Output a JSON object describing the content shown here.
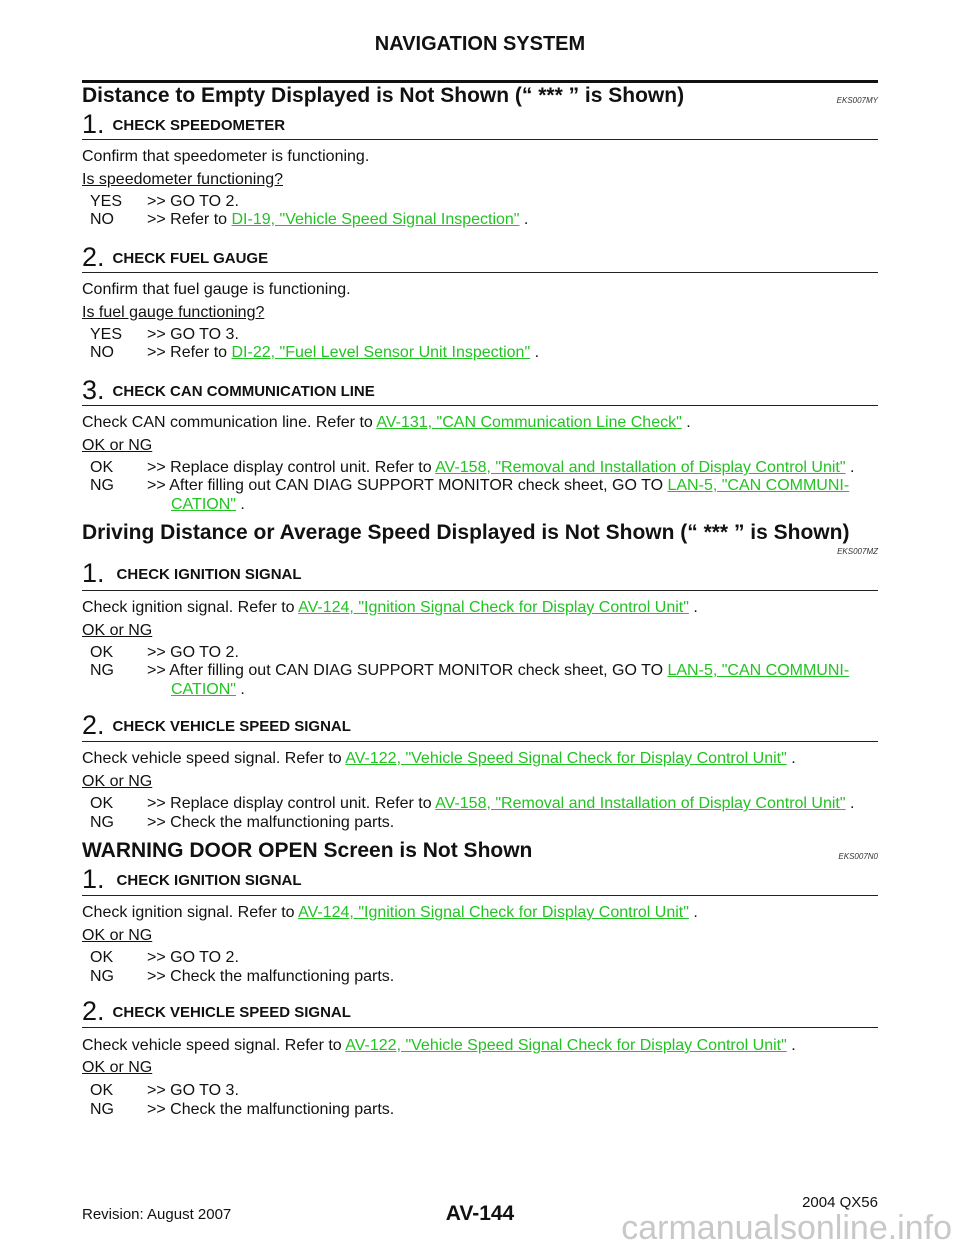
{
  "header": "NAVIGATION SYSTEM",
  "s1": {
    "title": "Distance to Empty Displayed is Not Shown (“ *** ” is Shown)",
    "code": "EKS007MY",
    "st1": {
      "n": "1.",
      "t": "CHECK SPEEDOMETER",
      "text": "Confirm that speedometer is functioning.",
      "q": "Is speedometer functioning?",
      "yes": "YES",
      "yes_t": ">> GO TO 2.",
      "no": "NO",
      "no_t": ">> Refer to ",
      "no_link": "DI-19, \"Vehicle Speed Signal Inspection\"",
      "end": " ."
    },
    "st2": {
      "n": "2.",
      "t": "CHECK FUEL GAUGE",
      "text": "Confirm that fuel gauge is functioning.",
      "q": "Is fuel gauge functioning?",
      "yes": "YES",
      "yes_t": ">> GO TO 3.",
      "no": "NO",
      "no_t": ">> Refer to ",
      "no_link": "DI-22, \"Fuel Level Sensor Unit Inspection\"",
      "end": " ."
    },
    "st3": {
      "n": "3.",
      "t": "CHECK CAN COMMUNICATION LINE",
      "text": "Check CAN communication line. Refer to ",
      "link": "AV-131, \"CAN Communication Line Check\"",
      "end": " .",
      "q": "OK or NG",
      "ok": "OK",
      "ok_t": ">> Replace display control unit. Refer to ",
      "ok_link": "AV-158, \"Removal and Installation of Display Control Unit\"",
      "ng": "NG",
      "ng_t": ">> After filling out CAN DIAG SUPPORT MONITOR check sheet, GO TO ",
      "ng_link": "LAN-5, \"CAN COMMUNI-",
      "ng_link2": "CATION\""
    }
  },
  "s2": {
    "title": "Driving Distance or Average Speed Displayed is Not Shown (“ *** ” is Shown)",
    "code": "EKS007MZ",
    "st1": {
      "n": "1.",
      "t": "CHECK IGNITION SIGNAL",
      "text": "Check ignition signal. Refer to ",
      "link": "AV-124, \"Ignition Signal Check for Display Control Unit\"",
      "end": " .",
      "q": "OK or NG",
      "ok": "OK",
      "ok_t": ">> GO TO 2.",
      "ng": "NG",
      "ng_t": ">> After filling out CAN DIAG SUPPORT MONITOR check sheet, GO TO ",
      "ng_link": "LAN-5, \"CAN COMMUNI-",
      "ng_link2": "CATION\""
    },
    "st2": {
      "n": "2.",
      "t": "CHECK VEHICLE SPEED SIGNAL",
      "text": "Check vehicle speed signal. Refer to ",
      "link": "AV-122, \"Vehicle Speed Signal Check for Display Control Unit\"",
      "end": " .",
      "q": "OK or NG",
      "ok": "OK",
      "ok_t": ">> Replace display control unit. Refer to ",
      "ok_link": "AV-158, \"Removal and Installation of Display Control Unit\"",
      "ng": "NG",
      "ng_t": ">> Check the malfunctioning parts."
    }
  },
  "s3": {
    "title": "WARNING DOOR OPEN Screen is Not Shown",
    "code": "EKS007N0",
    "st1": {
      "n": "1.",
      "t": "CHECK IGNITION SIGNAL",
      "text": "Check ignition signal. Refer to ",
      "link": "AV-124, \"Ignition Signal Check for Display Control Unit\"",
      "end": " .",
      "q": "OK or NG",
      "ok": "OK",
      "ok_t": ">> GO TO 2.",
      "ng": "NG",
      "ng_t": ">> Check the malfunctioning parts."
    },
    "st2": {
      "n": "2.",
      "t": "CHECK VEHICLE SPEED SIGNAL",
      "text": "Check vehicle speed signal. Refer to ",
      "link": "AV-122, \"Vehicle Speed Signal Check for Display Control Unit\"",
      "end": " .",
      "q": "OK or NG",
      "ok": "OK",
      "ok_t": ">> GO TO 3.",
      "ng": "NG",
      "ng_t": ">> Check the malfunctioning parts."
    }
  },
  "footer": {
    "revision": "Revision: August 2007",
    "page": "AV-144",
    "model": "2004 QX56",
    "watermark": "carmanualsonline.info"
  }
}
